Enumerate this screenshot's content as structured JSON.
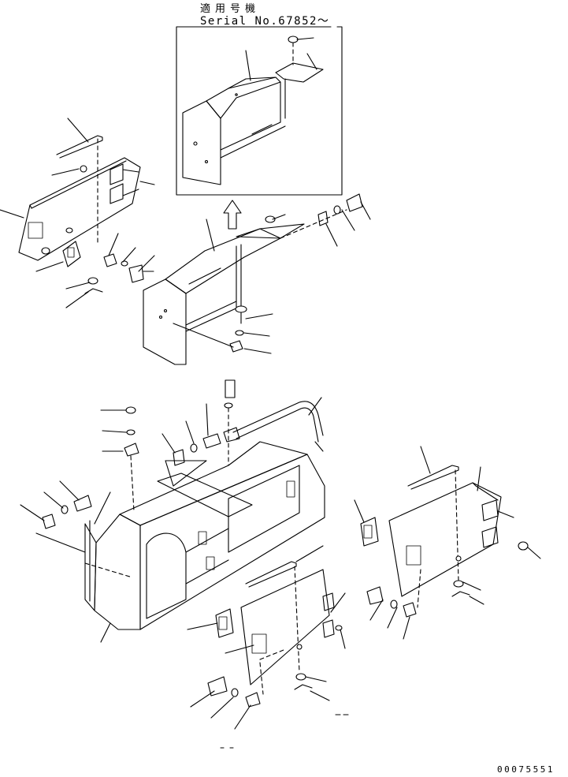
{
  "header": {
    "applicability_jp": "適用号機",
    "serial_range": "Serial No.67852～"
  },
  "footer": {
    "drawing_number": "00075551"
  }
}
